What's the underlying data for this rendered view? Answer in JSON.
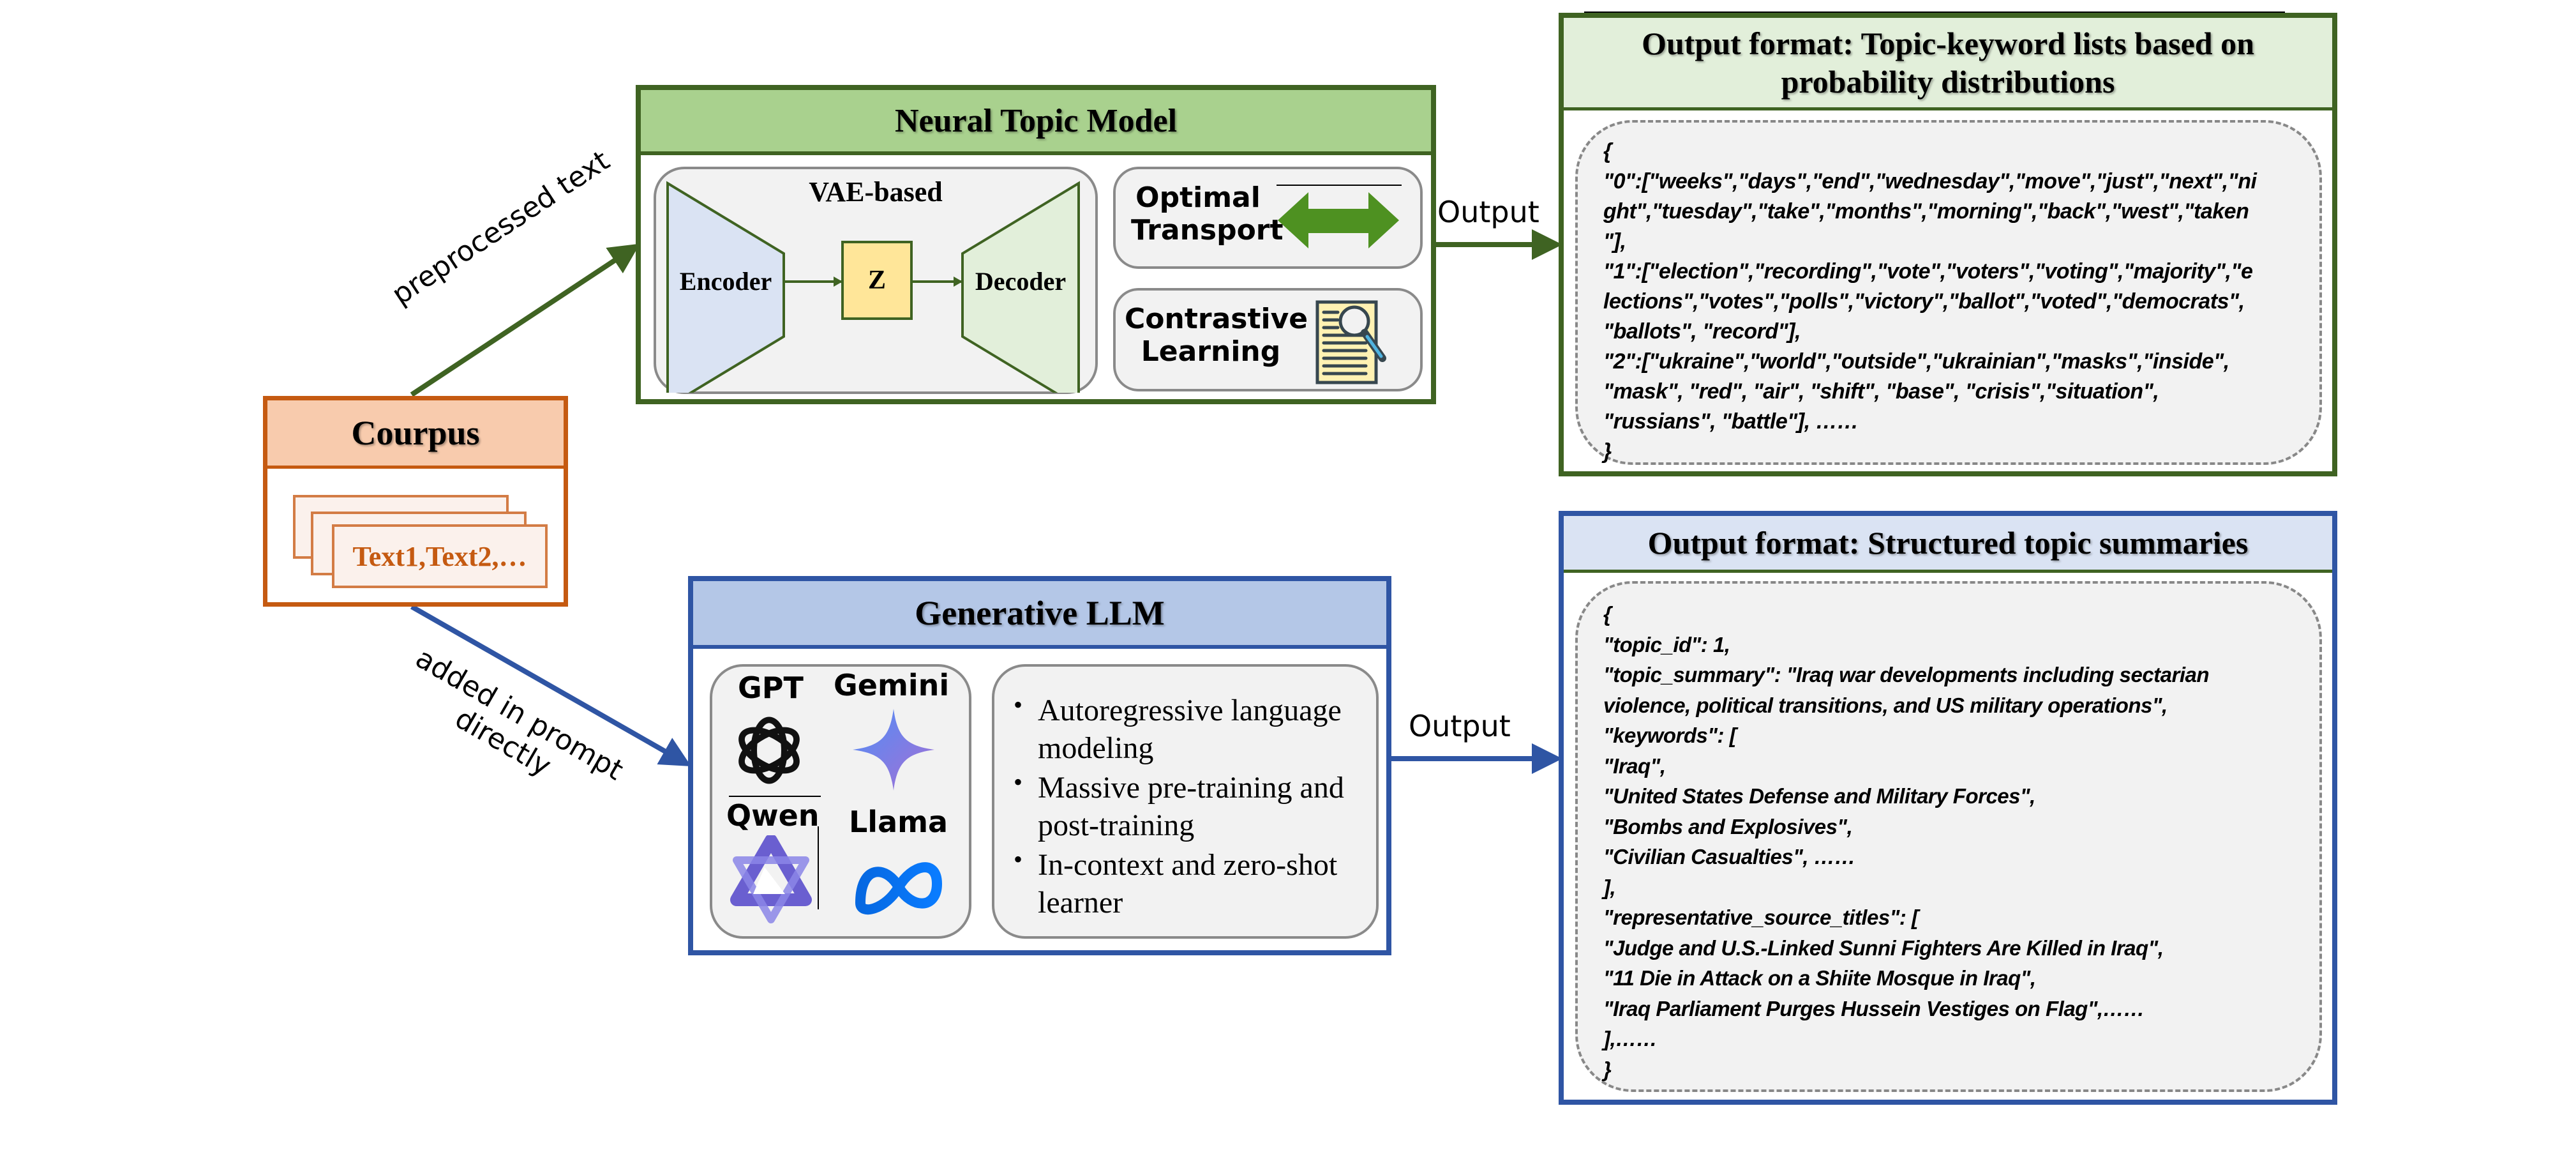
{
  "corpus": {
    "title": "Courpus",
    "documents_label": "Text1,Text2,…"
  },
  "arrows": {
    "to_ntm_label": "preprocessed text",
    "to_llm_label_line1": "added in prompt",
    "to_llm_label_line2": "directly",
    "ntm_output_label": "Output",
    "llm_output_label": "Output"
  },
  "colors": {
    "ntm_accent": "#3f6322",
    "llm_accent": "#2f55a4",
    "corpus_accent": "#c55a11",
    "ntm_header_bg": "#a9d18e",
    "llm_header_bg": "#b4c7e7",
    "corpus_header_bg": "#f8cbad"
  },
  "ntm": {
    "title": "Neural Topic Model",
    "vae": {
      "title": "VAE-based",
      "encoder": "Encoder",
      "latent": "Z",
      "decoder": "Decoder"
    },
    "optimal_transport": {
      "line1": "Optimal",
      "line2": "Transport",
      "icon": "double-arrow-icon"
    },
    "contrastive_learning": {
      "line1": "Contrastive",
      "line2": "Learning",
      "icon": "document-search-icon"
    }
  },
  "llm": {
    "title": "Generative LLM",
    "models": [
      {
        "name": "GPT",
        "icon": "openai-logo-icon"
      },
      {
        "name": "Gemini",
        "icon": "gemini-sparkle-icon"
      },
      {
        "name": "Qwen",
        "icon": "qwen-logo-icon"
      },
      {
        "name": "Llama",
        "icon": "meta-infinity-icon"
      }
    ],
    "features": [
      "Autoregressive language modeling",
      "Massive pre-training and post-training",
      "In-context and zero-shot learner"
    ]
  },
  "output_ntm": {
    "title": "Output format: Topic-keyword lists based on probability distributions",
    "lines": [
      "{",
      "\"0\":[\"weeks\",\"days\",\"end\",\"wednesday\",\"move\",\"just\",\"next\",\"ni",
      "ght\",\"tuesday\",\"take\",\"months\",\"morning\",\"back\",\"west\",\"taken",
      "\"],",
      "\"1\":[\"election\",\"recording\",\"vote\",\"voters\",\"voting\",\"majority\",\"e",
      "lections\",\"votes\",\"polls\",\"victory\",\"ballot\",\"voted\",\"democrats\",",
      "\"ballots\", \"record\"],",
      "\"2\":[\"ukraine\",\"world\",\"outside\",\"ukrainian\",\"masks\",\"inside\",",
      "\"mask\", \"red\", \"air\", \"shift\", \"base\", \"crisis\",\"situation\",",
      "\"russians\", \"battle\"], ……",
      "}"
    ]
  },
  "output_llm": {
    "title": "Output format: Structured topic summaries",
    "lines": [
      " {",
      "\"topic_id\": 1,",
      " \"topic_summary\": \"Iraq war developments including sectarian",
      "violence, political transitions, and US military operations\",",
      " \"keywords\": [",
      " \"Iraq\",",
      " \"United States Defense and Military Forces\",",
      " \"Bombs and Explosives\",",
      " \"Civilian Casualties\", ……",
      " ],",
      " \"representative_source_titles\": [",
      " \"Judge and U.S.-Linked Sunni Fighters Are Killed in Iraq\",",
      " \"11 Die in Attack on a Shiite Mosque in Iraq\",",
      " \"Iraq Parliament Purges Hussein Vestiges on Flag\",……",
      " ],……",
      " }"
    ]
  }
}
